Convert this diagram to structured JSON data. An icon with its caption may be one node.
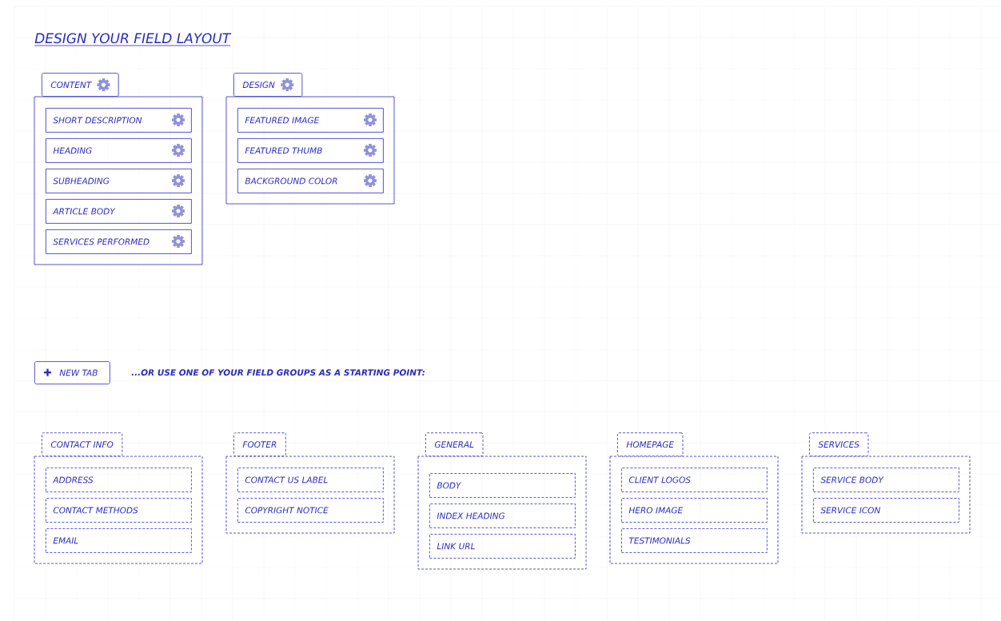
{
  "diagram": {
    "title": "DESIGN YOUR FIELD LAYOUT",
    "nodes": [
      {
        "text": [
          "CONTENT"
        ]
      },
      {
        "text": [
          "SHORT DESCRIPTION"
        ],
        "in": 0
      },
      {
        "text": [
          "HEADING"
        ],
        "in": 0
      },
      {
        "text": [
          "SUBHEADING"
        ],
        "in": 0
      },
      {
        "text": [
          "ARTICLE BODY"
        ],
        "in": 0
      },
      {
        "text": [
          "SERVICES PERFORMED"
        ],
        "in": 0
      },
      {
        "text": [
          "DESIGN"
        ]
      },
      {
        "text": [
          "FEATURED IMAGE"
        ],
        "in": 6
      },
      {
        "text": [
          "FEATURED THUMB"
        ],
        "in": 6
      },
      {
        "text": [
          "BACKGROUND COLOR"
        ],
        "in": 6
      },
      {
        "text": [
          "NEW TAB"
        ]
      },
      {
        "text": [
          "CONTACT INFO"
        ]
      },
      {
        "text": [
          "ADDRESS"
        ],
        "in": 11
      },
      {
        "text": [
          "CONTACT METHODS"
        ],
        "in": 11
      },
      {
        "text": [
          "EMAIL"
        ],
        "in": 11
      },
      {
        "text": [
          "FOOTER"
        ]
      },
      {
        "text": [
          "CONTACT US LABEL"
        ],
        "in": 15
      },
      {
        "text": [
          "COPYRIGHT NOTICE"
        ],
        "in": 15
      },
      {
        "text": [
          "GENERAL"
        ]
      },
      {
        "text": [
          "BODY"
        ],
        "in": 18
      },
      {
        "text": [
          "INDEX HEADING"
        ],
        "in": 18
      },
      {
        "text": [
          "LINK URL"
        ],
        "in": 18
      },
      {
        "text": [
          "HOMEPAGE"
        ]
      },
      {
        "text": [
          "CLIENT LOGOS"
        ],
        "in": 22
      },
      {
        "text": [
          "HERO IMAGE"
        ],
        "in": 22
      },
      {
        "text": [
          "TESTIMONIALS"
        ],
        "in": 22
      },
      {
        "text": [
          "SERVICES"
        ]
      },
      {
        "text": [
          "SERVICE BODY"
        ],
        "in": 26
      },
      {
        "text": [
          "SERVICE ICON"
        ],
        "in": 26
      }
    ],
    "labels": [
      "...OR USE ONE OF YOUR FIELD GROUPS AS A STARTING POINT:"
    ]
  }
}
